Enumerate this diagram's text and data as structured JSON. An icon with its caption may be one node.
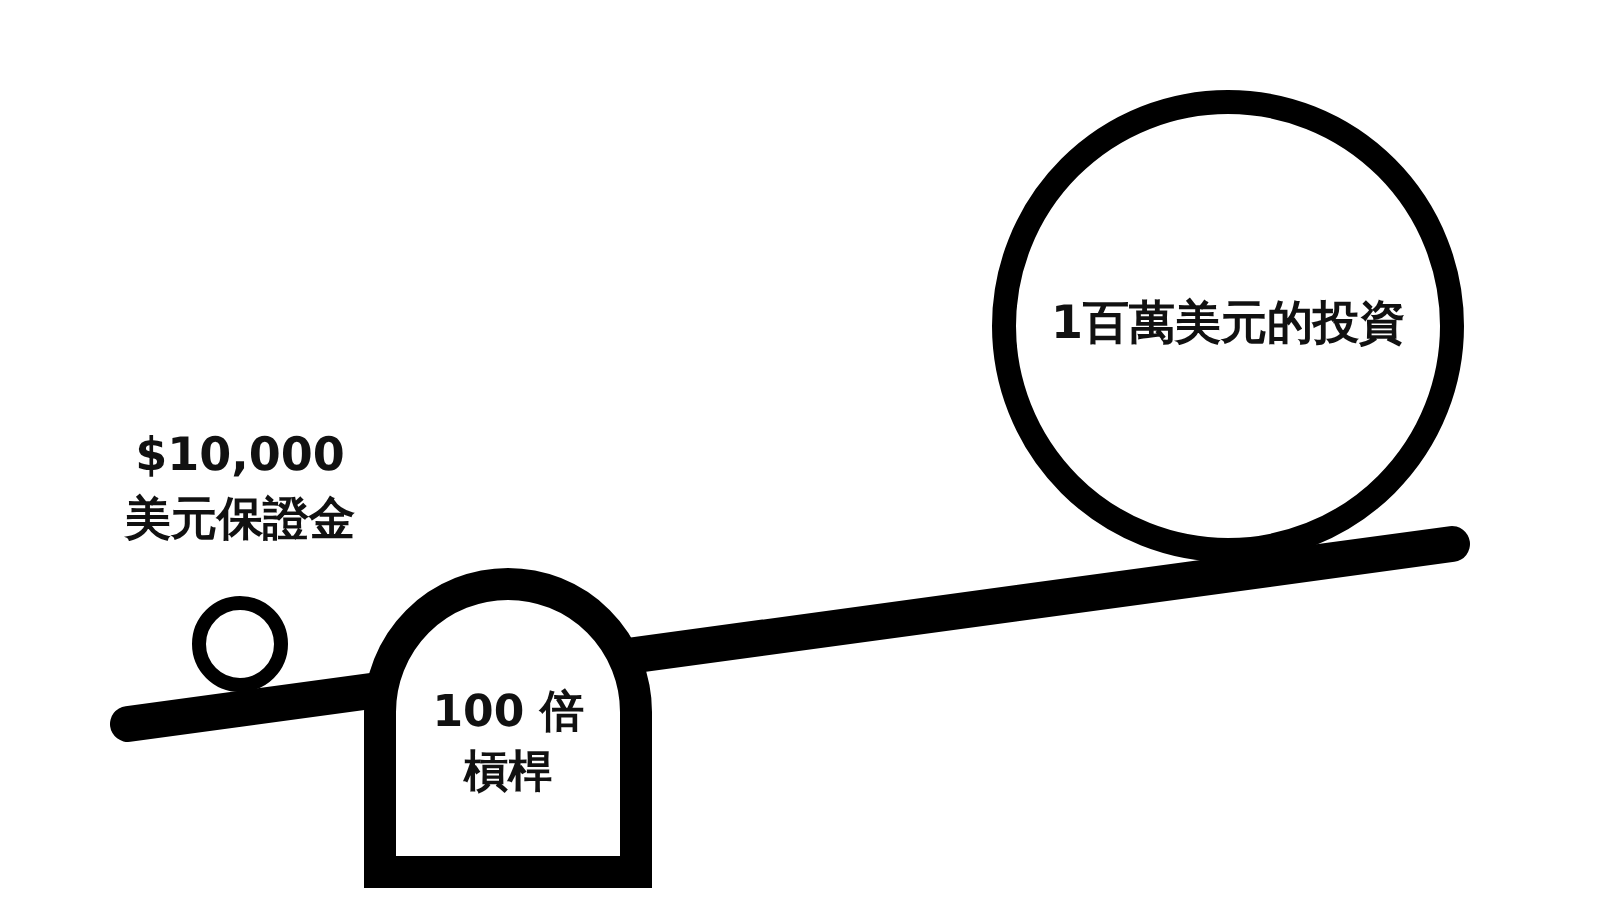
{
  "diagram": {
    "nodes": [
      {
        "text": [],
        "shape": "circle",
        "beside": [
          "$10,000 美元保證金"
        ]
      },
      {
        "text": [
          "100 倍槓桿"
        ]
      },
      {
        "text": [
          "1百萬美元的投資"
        ]
      }
    ]
  }
}
